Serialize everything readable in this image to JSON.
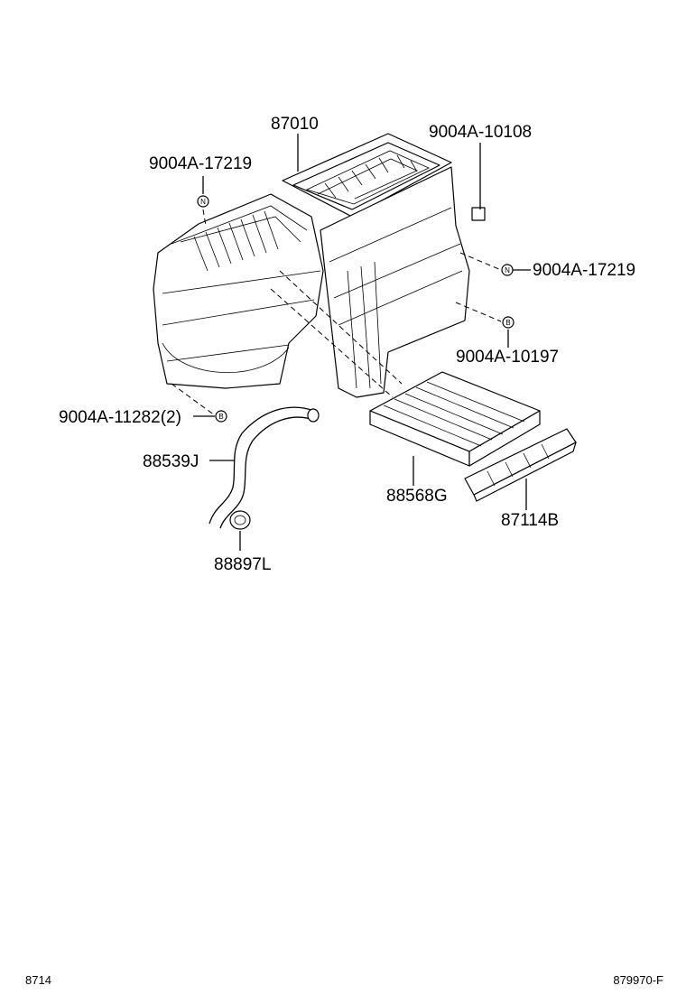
{
  "labels": {
    "heater_unit": "87010",
    "clip_top_left": "9004A-17219",
    "clip_top_right": "9004A-10108",
    "clip_right": "9004A-17219",
    "screw_right": "9004A-10197",
    "screw_left": "9004A-11282(2)",
    "drain_hose": "88539J",
    "filter": "88568G",
    "filter_cover": "87114B",
    "grommet": "88897L"
  },
  "symbols": {
    "n": "N",
    "b": "B"
  },
  "footer": {
    "left": "8714",
    "right": "879970-F"
  }
}
